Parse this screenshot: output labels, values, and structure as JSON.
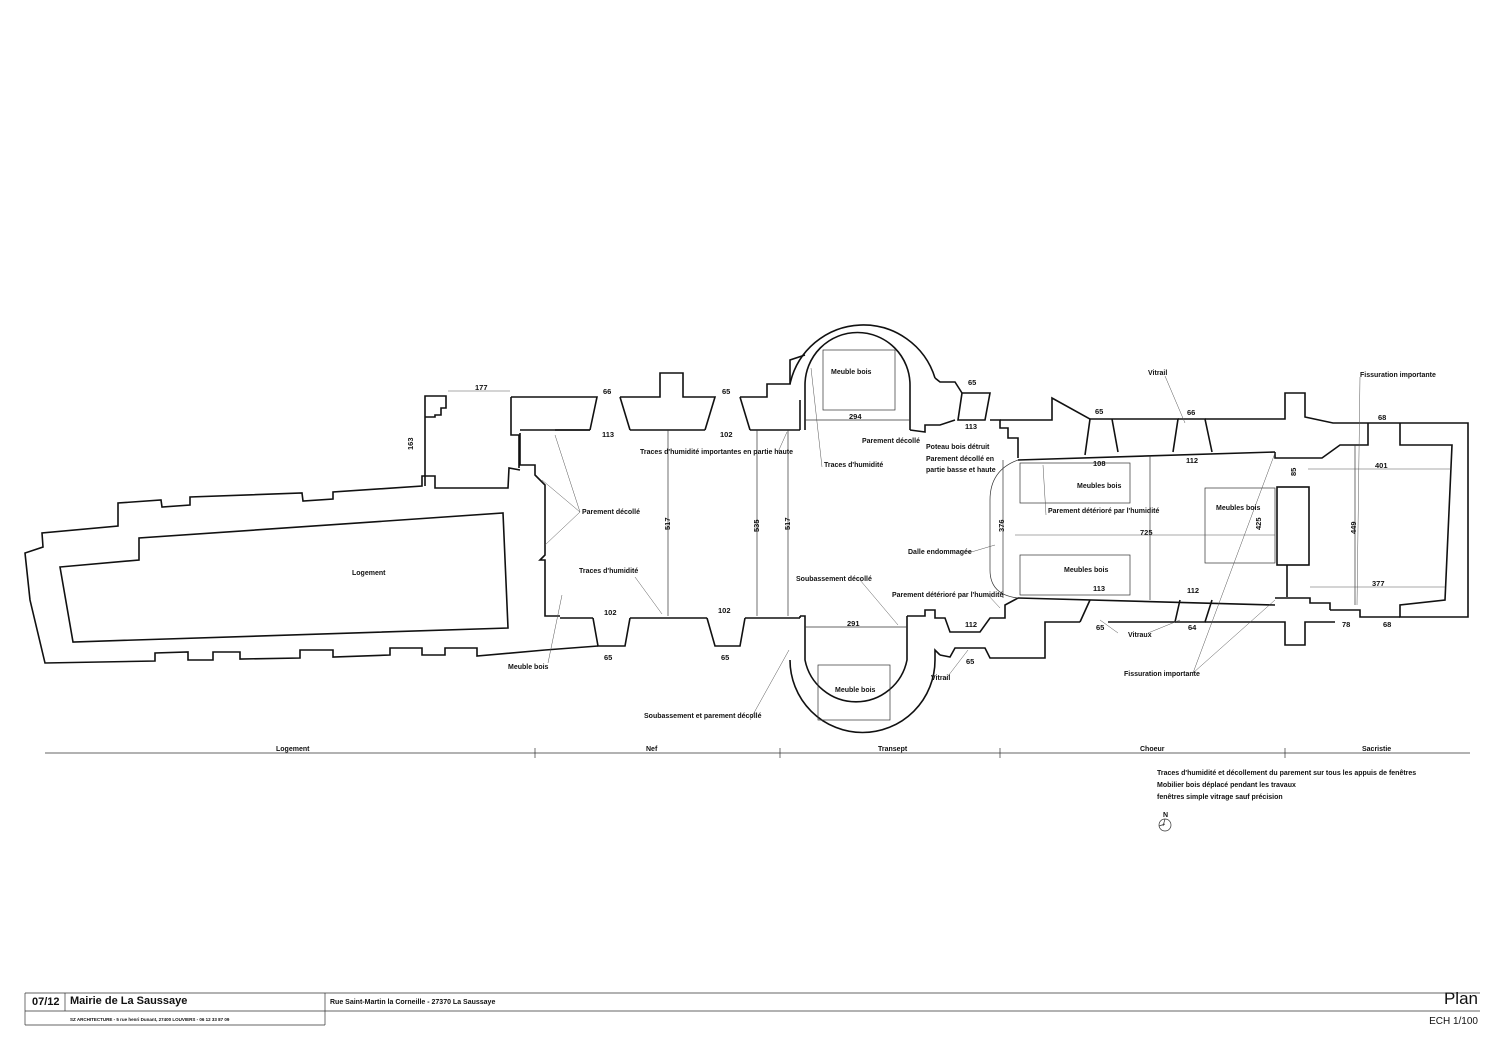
{
  "plan": {
    "rooms": {
      "logement": "Logement"
    },
    "dimensions": {
      "d177": "177",
      "d163": "163",
      "d66a": "66",
      "d65a": "65",
      "d113a": "113",
      "d102a": "102",
      "d517a": "517",
      "d535": "535",
      "d517b": "517",
      "d294": "294",
      "d113b": "113",
      "d65b": "65",
      "d102b": "102",
      "d102c": "102",
      "d65c": "65",
      "d65d": "65",
      "d291": "291",
      "d112a": "112",
      "d65e": "65",
      "d376": "376",
      "d65f": "65",
      "d66b": "66",
      "d108": "108",
      "d112b": "112",
      "d725": "725",
      "d113c": "113",
      "d112c": "112",
      "d65g": "65",
      "d64": "64",
      "d425": "425",
      "d85": "85",
      "d68a": "68",
      "d401": "401",
      "d449": "449",
      "d377": "377",
      "d78": "78",
      "d68b": "68"
    },
    "annotations": {
      "meuble_bois_n": "Meuble bois",
      "meuble_bois_s": "Meuble bois",
      "meuble_bois_w": "Meuble bois",
      "parement_decolle_1": "Parement décollé",
      "parement_decolle_2": "Parement décollé",
      "traces_humidite_1": "Traces d'humidité",
      "traces_humidite_2": "Traces d'humidité",
      "traces_haute": "Traces d'humidité importantes en partie haute",
      "poteau_1": "Poteau bois détruit",
      "poteau_2": "Parement décollé en",
      "poteau_3": "partie basse et haute",
      "dalle": "Dalle endommagée",
      "soubassement_decolle": "Soubassement décollé",
      "parement_deteriore_1": "Parement détérioré par l'humidité",
      "parement_deteriore_2": "Parement détérioré par l'humidité",
      "soubassement_parement": "Soubassement et parement décollé",
      "vitrail_n": "Vitrail",
      "vitrail_s": "Vitrail",
      "vitraux": "Vitraux",
      "meubles_bois_1": "Meubles bois",
      "meubles_bois_2": "Meubles bois",
      "meubles_bois_3": "Meubles bois",
      "fissuration_1": "Fissuration importante",
      "fissuration_2": "Fissuration importante"
    },
    "sections": [
      "Logement",
      "Nef",
      "Transept",
      "Choeur",
      "Sacristie"
    ],
    "notes": [
      "Traces d'humidité et décollement du parement sur tous les appuis de fenêtres",
      "Mobilier bois déplacé pendant les travaux",
      "fenêtres simple vitrage sauf précision"
    ],
    "north": "N"
  },
  "title_block": {
    "sheet": "07/12",
    "project": "Mairie de La Saussaye",
    "architect": "SZ ARCHITECTURE - 5 rue henri Dunant, 27400 LOUVIERS - 06 12 33 87 09",
    "address": "Rue Saint-Martin la Corneille - 27370 La Saussaye",
    "drawing": "Plan",
    "scale": "ECH 1/100"
  }
}
